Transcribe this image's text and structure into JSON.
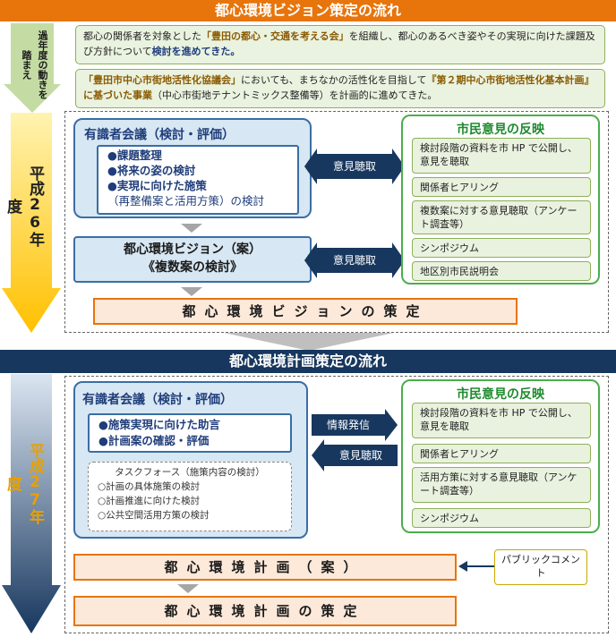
{
  "section1": {
    "title": "都心環境ビジョン策定の流れ",
    "past_label": "過年度の動きを踏まえ",
    "past_item1_pre": "都心の関係者を対象とした",
    "past_item1_hl": "「豊田の都心・交通を考える会」",
    "past_item1_post": "を組織し、都心のあるべき姿やその実現に向けた課題及び方針について",
    "past_item1_hl2": "検討を進めてきた。",
    "past_item2_hl": "「豊田市中心市街地活性化協議会」",
    "past_item2_mid": "においても、まちなかの活性化を目指して",
    "past_item2_hl2": "『第２期中心市街地活性化基本計画』に基づいた事業",
    "past_item2_post": "（中心市街地テナントミックス整備等）を計画的に進めてきた。",
    "year_label": "平成26年度",
    "expert_title": "有識者会議（検討・評価）",
    "expert_items": [
      "●課題整理",
      "●将来の姿の検討",
      "●実現に向けた施策",
      "（再整備案と活用方策）の検討"
    ],
    "vision_draft_line1": "都心環境ビジョン（案）",
    "vision_draft_line2": "《複数案の検討》",
    "arrow1": "意見聴取",
    "arrow2": "意見聴取",
    "civic_title": "市民意見の反映",
    "civic_items": [
      "検討段階の資料を市 HP で公開し、意見を聴取",
      "関係者ヒアリング",
      "複数案に対する意見聴取（アンケート調査等）",
      "シンポジウム",
      "地区別市民説明会"
    ],
    "final": "都心環境ビジョンの策定"
  },
  "section2": {
    "title": "都心環境計画策定の流れ",
    "year_label": "平成27年度",
    "expert_title": "有識者会議（検討・評価）",
    "expert_items": [
      "●施策実現に向けた助言",
      "●計画案の確認・評価"
    ],
    "task_title": "タスクフォース（施策内容の検討）",
    "task_items": [
      "○計画の具体施策の検討",
      "○計画推進に向けた検討",
      "○公共空間活用方策の検討"
    ],
    "arrow_out": "情報発信",
    "arrow_in": "意見聴取",
    "civic_title": "市民意見の反映",
    "civic_items": [
      "検討段階の資料を市 HP で公開し、意見を聴取",
      "関係者ヒアリング",
      "活用方策に対する意見聴取（アンケート調査等）",
      "シンポジウム"
    ],
    "plan_draft": "都心環境計画（案）",
    "public_comment": "パブリックコメント",
    "final": "都心環境計画の策定"
  }
}
